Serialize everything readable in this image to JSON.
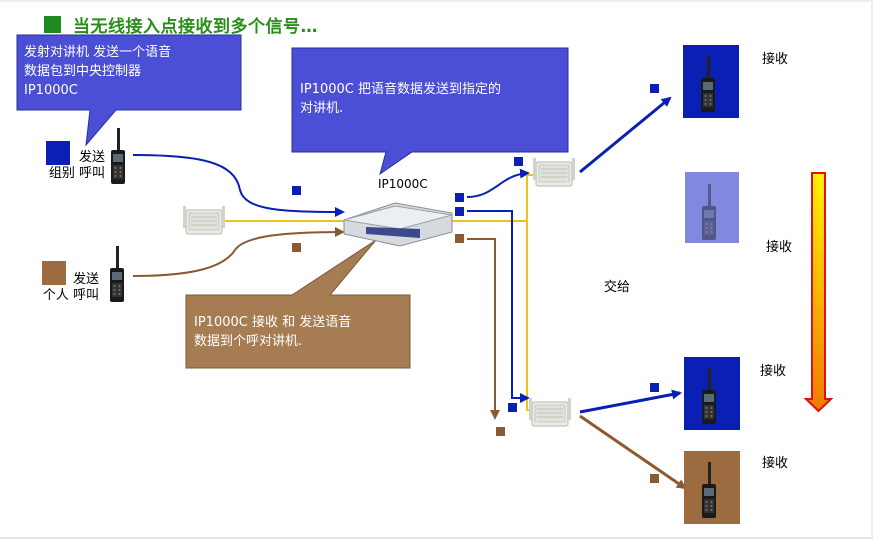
{
  "title": "当无线接入点接收到多个信号…",
  "callouts": {
    "transmit": "发射对讲机 发送一个语音\n数据包到中央控制器\nIP1000C",
    "forward": "IP1000C 把语音数据发送到指定的\n对讲机.",
    "controller": "IP1000C 接收 和 发送语音\n数据到个呼对讲机."
  },
  "labels": {
    "controller": "IP1000C",
    "group_call": "发送\n组别 呼叫",
    "individual_call": "发送\n个人 呼叫",
    "handover": "交给",
    "receive": "接收"
  },
  "colors": {
    "title_green": "#2a8f1a",
    "group_blue": "#0a1fb4",
    "individual_brown": "#9c6b3f",
    "lan_yellow": "#f2c21c",
    "callout_blue": "#4a4fd6",
    "callout_brown": "#a67c52",
    "handover_arrow": "#f5b400"
  },
  "icons": {
    "transmitter_group": "radio-icon",
    "transmitter_individual": "radio-icon",
    "receiver": "radio-icon",
    "access_point": "access-point-icon",
    "controller": "controller-box-icon"
  }
}
